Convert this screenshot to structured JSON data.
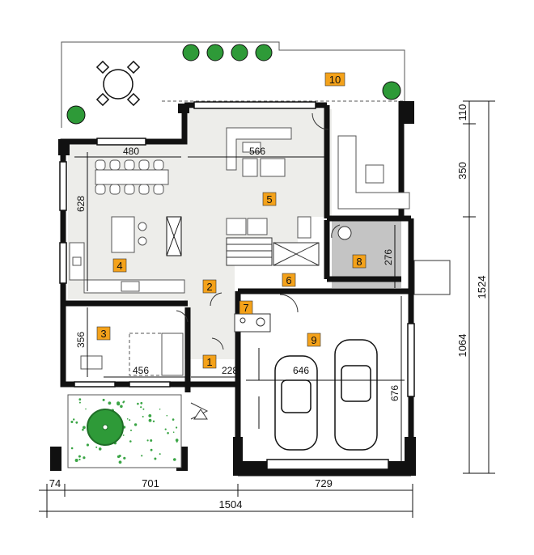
{
  "rooms": [
    {
      "label": "1"
    },
    {
      "label": "2"
    },
    {
      "label": "3"
    },
    {
      "label": "4"
    },
    {
      "label": "5"
    },
    {
      "label": "6"
    },
    {
      "label": "7"
    },
    {
      "label": "8"
    },
    {
      "label": "9"
    },
    {
      "label": "10"
    }
  ],
  "inner_dims": {
    "d480": "480",
    "d566": "566",
    "d628": "628",
    "d276": "276",
    "d356": "356",
    "d456": "456",
    "d228": "228",
    "d646": "646",
    "d676": "676"
  },
  "outer_dims": {
    "bottom_left": "74",
    "bottom_mid": "701",
    "bottom_right": "729",
    "bottom_total": "1504",
    "right_top": "110",
    "right_upper": "350",
    "right_lower": "1064",
    "right_total": "1524"
  },
  "colors": {
    "wall": "#111111",
    "floor_living": "#ededea",
    "room8": "#c4c4c4",
    "label_bg": "#f4a21a",
    "tree": "#2e9a38",
    "garden_dots": "#3aa545"
  }
}
